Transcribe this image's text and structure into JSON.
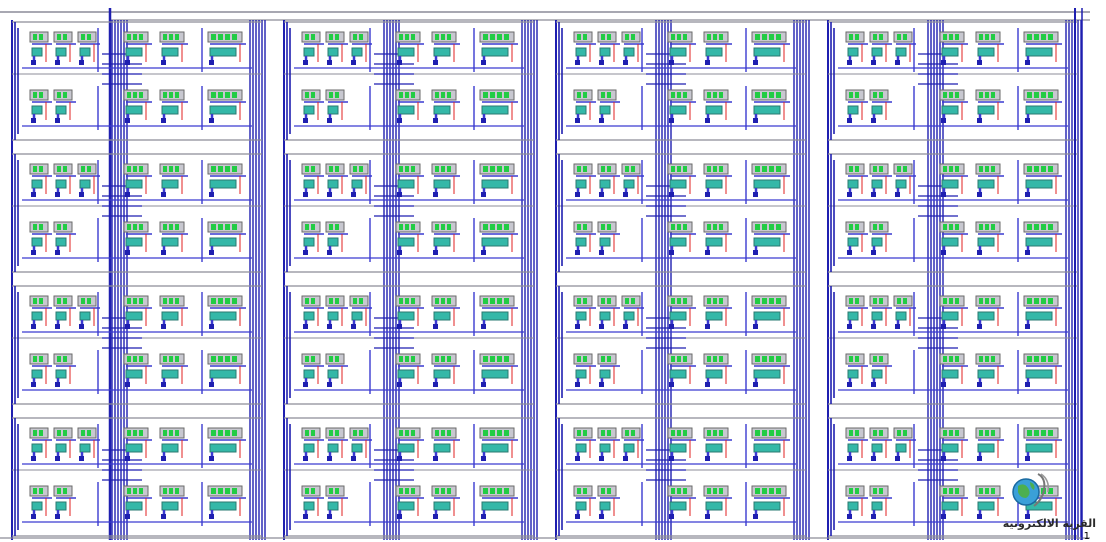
{
  "diagram": {
    "kind": "circuit-layout",
    "colors": {
      "background": "#ffffff",
      "bus": "#1f1fb0",
      "metal": "#3a3ad0",
      "frame": "#7a7a8c",
      "cell_fill": "#22cc44",
      "cell_border": "#6a6a6a",
      "cell_base": "#34b8a8",
      "wire_red": "#e02020",
      "wire_gray": "#8c8c98"
    },
    "grid": {
      "blocks_per_row": 4,
      "block_rows": 4,
      "cell_groups_per_block": [
        "small",
        "medium",
        "large"
      ],
      "sub_rows_per_block": 2
    }
  },
  "watermark": {
    "text": "القرية الالكترونية",
    "logo": "globe-logo-icon"
  },
  "page_number": "1"
}
